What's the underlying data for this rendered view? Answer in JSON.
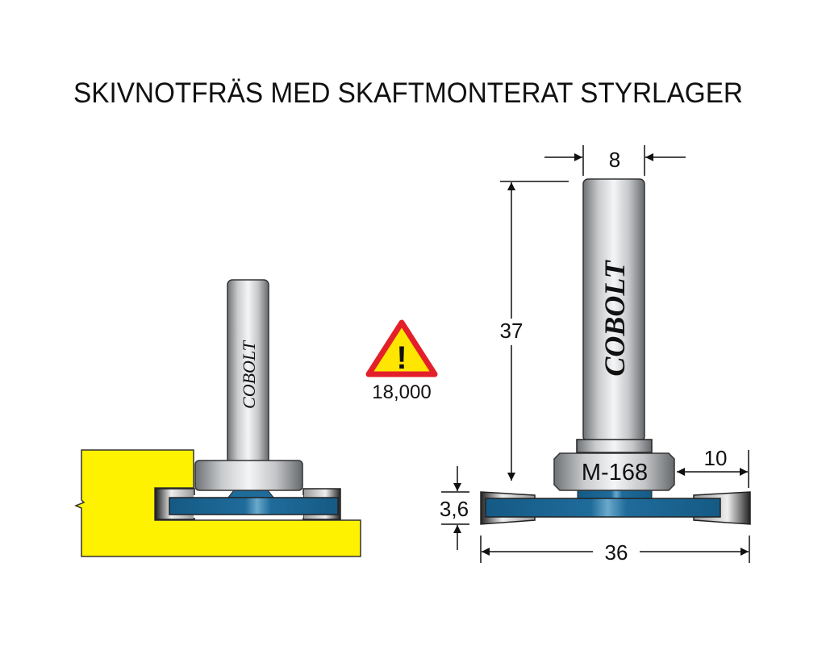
{
  "title": "SKIVNOTFRÄS MED SKAFTMONTERAT STYRLAGER",
  "left_diagram": {
    "brand": "COBOLT"
  },
  "warning": {
    "symbol": "!",
    "max_rpm": "18,000"
  },
  "right_diagram": {
    "brand": "COBOLT",
    "bearing_label": "M-168",
    "dimensions": {
      "shank_diameter": "8",
      "shank_length": "37",
      "cut_depth": "10",
      "cut_thickness": "3,6",
      "cutter_diameter": "36"
    }
  },
  "colors": {
    "workpiece": "#fff200",
    "cutter_blue": "#1f6b9a",
    "warning_red": "#e3202a",
    "warning_yellow": "#ffe600"
  }
}
